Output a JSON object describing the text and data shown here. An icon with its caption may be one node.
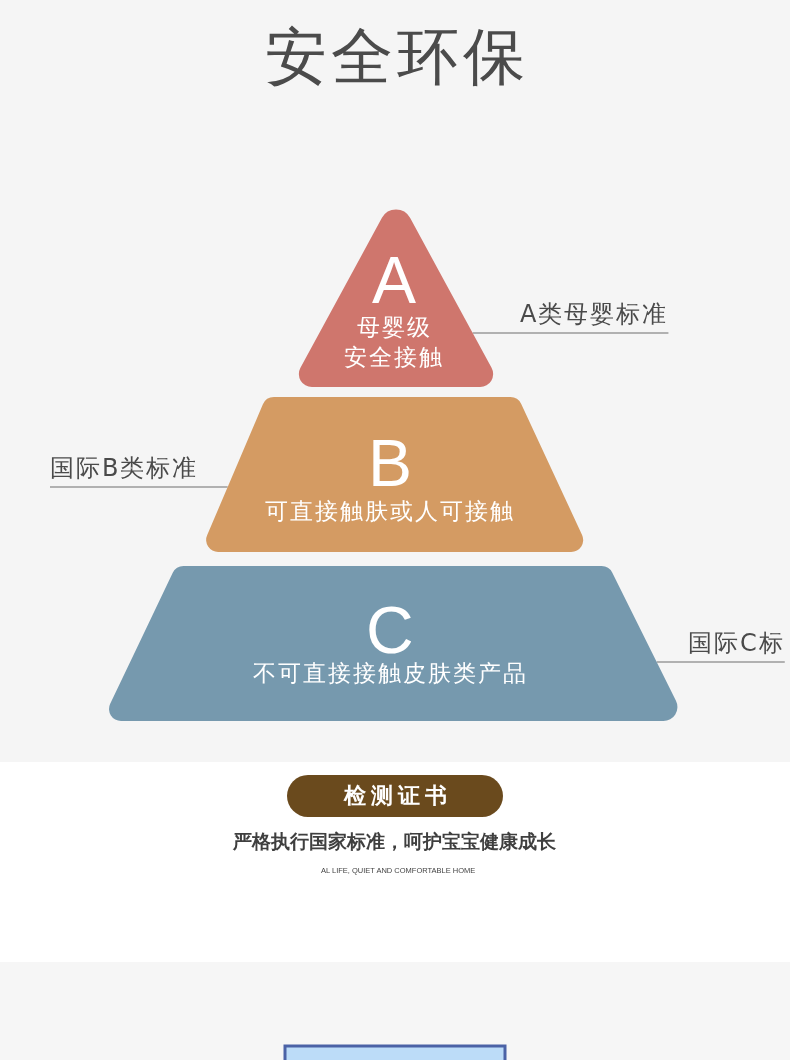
{
  "diagram": {
    "title": "安全环保",
    "nodes": [
      {
        "text": [
          "A",
          "母婴级安全接触"
        ]
      },
      {
        "text": [
          "A类母婴标准"
        ]
      },
      {
        "text": [
          "国际B类标准"
        ]
      },
      {
        "text": [
          "B",
          "可直接触肤或人可接触"
        ]
      },
      {
        "text": [
          "C",
          "不可直接接触皮肤类产品"
        ]
      },
      {
        "text": [
          "国际C标"
        ]
      },
      {
        "text": [
          "检测证书"
        ]
      }
    ],
    "edges": [
      {
        "from": 1,
        "to": 0,
        "arrow": "none"
      },
      {
        "from": 2,
        "to": 3,
        "arrow": "none"
      },
      {
        "from": 5,
        "to": 4,
        "arrow": "none"
      }
    ],
    "labels": [
      "严格执行国家标准，呵护宝宝健康成长",
      "AL LIFE, QUIET AND COMFORTABLE HOME"
    ]
  }
}
